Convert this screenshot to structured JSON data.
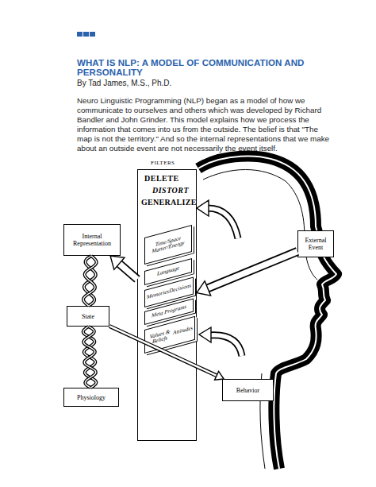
{
  "diagram": {
    "title": "WHAT IS NLP: A MODEL OF COMMUNICATION AND PERSONALITY",
    "nodes": [
      {
        "text": [
          "FILTERS",
          "DELETE",
          "DISTORT",
          "GENERALIZE"
        ]
      },
      {
        "text": [
          "Time/Space Matter/Energy"
        ],
        "in": 0
      },
      {
        "text": [
          "Language"
        ],
        "in": 0
      },
      {
        "text": [
          "Memories",
          "Decisions"
        ],
        "in": 0
      },
      {
        "text": [
          "Meta Programs"
        ],
        "in": 0
      },
      {
        "text": [
          "Values & Beliefs",
          "Attitudes"
        ],
        "in": 0
      },
      {
        "text": [
          "Internal Representation"
        ]
      },
      {
        "text": [
          "External Event"
        ]
      },
      {
        "text": [
          "State"
        ]
      },
      {
        "text": [
          "Behavior"
        ]
      },
      {
        "text": [
          "Physiology"
        ]
      }
    ],
    "edges": [
      {
        "from": 7,
        "to": 0,
        "arrow": "to"
      },
      {
        "from": 0,
        "to": 6,
        "arrow": "to"
      },
      {
        "from": 6,
        "to": 8,
        "arrow": "none"
      },
      {
        "from": 8,
        "to": 10,
        "arrow": "none"
      },
      {
        "from": 8,
        "to": 9,
        "arrow": "to"
      }
    ],
    "labels": [
      "By Tad James, M.S., Ph.D.",
      "Neuro Linguistic Programming (NLP) began as a model of how we communicate to ourselves and others which was developed by Richard Bandler and John Grinder. This model explains how we process the information that comes into us from the outside. The belief is that \"The map is not the territory.\" And so the internal representations that we make about an outside event are not necessarily the event itself."
    ]
  }
}
